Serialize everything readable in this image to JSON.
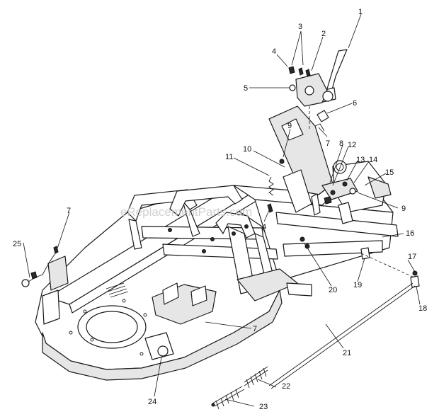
{
  "watermark": "eReplacementParts.com",
  "callouts": {
    "c1": "1",
    "c2": "2",
    "c3": "3",
    "c4a": "4",
    "c4b": "4",
    "c5": "5",
    "c6": "6",
    "c7a": "7",
    "c7b": "7",
    "c7c": "7",
    "c8": "8",
    "c9a": "9",
    "c9b": "9",
    "c10": "10",
    "c11": "11",
    "c12": "12",
    "c13": "13",
    "c14": "14",
    "c15": "15",
    "c16": "16",
    "c17": "17",
    "c18": "18",
    "c19": "19",
    "c20": "20",
    "c21": "21",
    "c22": "22",
    "c23": "23",
    "c24": "24",
    "c25": "25"
  }
}
